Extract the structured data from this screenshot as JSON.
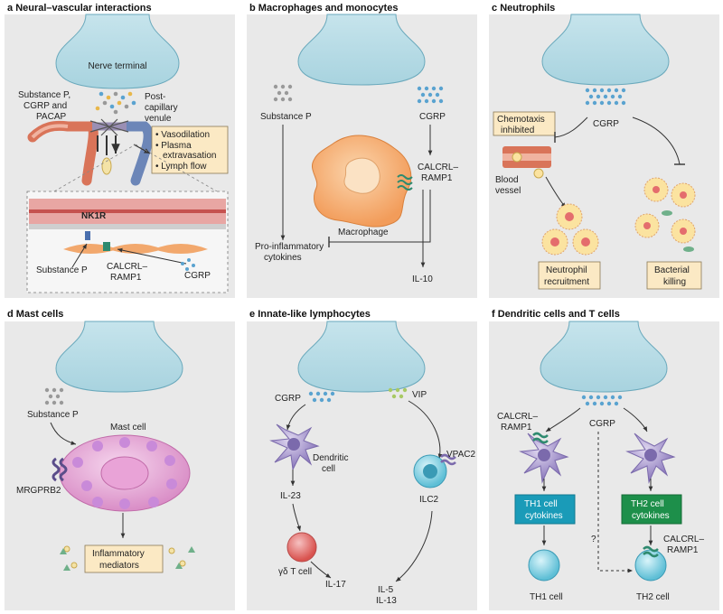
{
  "panels": {
    "a": {
      "letter": "a",
      "title": "Neural–vascular interactions",
      "nerve_terminal": "Nerve terminal",
      "neuropeptides": [
        "Substance P,",
        "CGRP and",
        "PACAP"
      ],
      "venule": [
        "Post-",
        "capillary",
        "venule"
      ],
      "effects": [
        "• Vasodilation",
        "• Plasma",
        "extravasation",
        "• Lymph flow"
      ],
      "nk1r": "NK1R",
      "substance_p": "Substance P",
      "receptor": [
        "CALCRL–",
        "RAMP1"
      ],
      "cgrp": "CGRP"
    },
    "b": {
      "letter": "b",
      "title": "Macrophages and monocytes",
      "substance_p": "Substance P",
      "cgrp": "CGRP",
      "receptor": [
        "CALCRL–",
        "RAMP1"
      ],
      "macrophage": "Macrophage",
      "cytokines": [
        "Pro-inflammatory",
        "cytokines"
      ],
      "il10": "IL-10"
    },
    "c": {
      "letter": "c",
      "title": "Neutrophils",
      "chemotaxis": [
        "Chemotaxis",
        "inhibited"
      ],
      "cgrp": "CGRP",
      "blood_vessel": [
        "Blood",
        "vessel"
      ],
      "recruitment": [
        "Neutrophil",
        "recruitment"
      ],
      "killing": [
        "Bacterial",
        "killing"
      ]
    },
    "d": {
      "letter": "d",
      "title": "Mast cells",
      "substance_p": "Substance P",
      "mast_cell": "Mast cell",
      "receptor": "MRGPRB2",
      "mediators": [
        "Inflammatory",
        "mediators"
      ]
    },
    "e": {
      "letter": "e",
      "title": "Innate-like lymphocytes",
      "cgrp": "CGRP",
      "vip": "VIP",
      "dendritic": [
        "Dendritic",
        "cell"
      ],
      "vpac2": "VPAC2",
      "ilc2": "ILC2",
      "il23": "IL-23",
      "gd_t": "γδ T cell",
      "il17": "IL-17",
      "il5": "IL-5",
      "il13": "IL-13"
    },
    "f": {
      "letter": "f",
      "title": "Dendritic cells and T cells",
      "receptor_left": [
        "CALCRL–",
        "RAMP1"
      ],
      "cgrp": "CGRP",
      "th1_box": [
        "TH1 cell",
        "cytokines"
      ],
      "th2_box": [
        "TH2 cell",
        "cytokines"
      ],
      "question": "?",
      "receptor_right": [
        "CALCRL–",
        "RAMP1"
      ],
      "th1_cell": "TH1 cell",
      "th2_cell": "TH2 cell"
    }
  },
  "colors": {
    "panel_bg": "#e9e9e9",
    "nerve": "#b8dbe6",
    "macrophage": "#f6a867",
    "neutrophil": "#fbe3a0",
    "mast_cell": "#e7a7d8",
    "dendritic": "#a593c9",
    "t_cell": "#e0686b",
    "ilc2": "#59c0d9",
    "th_cell": "#9ad9e6",
    "th1_box": "#1a9bb8",
    "th2_box": "#1d8f4a",
    "cgrp_dot": "#5aa3d0",
    "sp_dot": "#999999",
    "label_box": "#fbe9c4"
  }
}
